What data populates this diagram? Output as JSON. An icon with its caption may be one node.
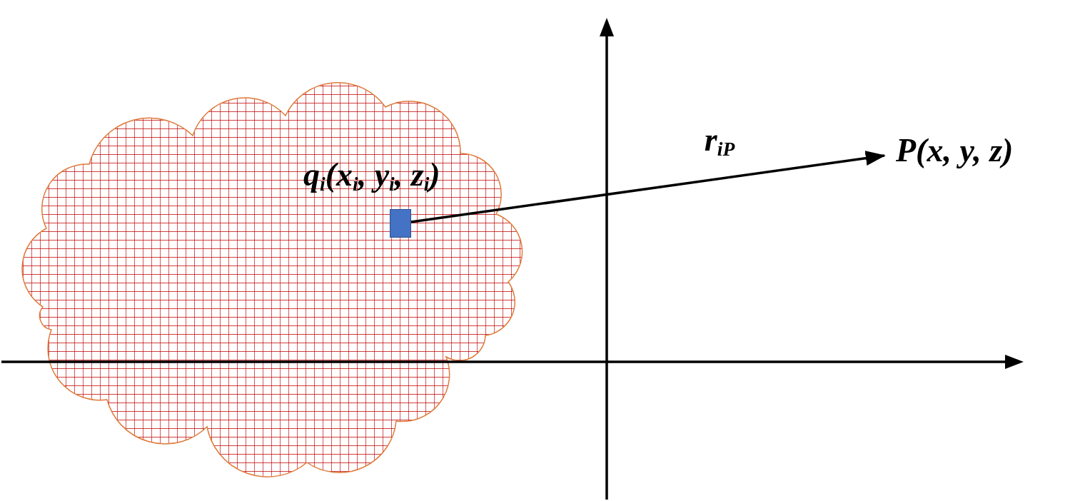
{
  "diagram": {
    "nodes": [
      {
        "text": [],
        "shape": "cloud"
      },
      {
        "text": [],
        "shape": "box",
        "in": 0,
        "beside": [
          "q$_{i}$(x$_{i}$, y$_{i}$, z$_{i}$)"
        ]
      },
      {
        "text": [
          "P(x, y, z)"
        ]
      }
    ],
    "edges": [
      {
        "from": 1,
        "to": 2,
        "arrow": "to",
        "label": "r$_{iP}$"
      }
    ]
  }
}
